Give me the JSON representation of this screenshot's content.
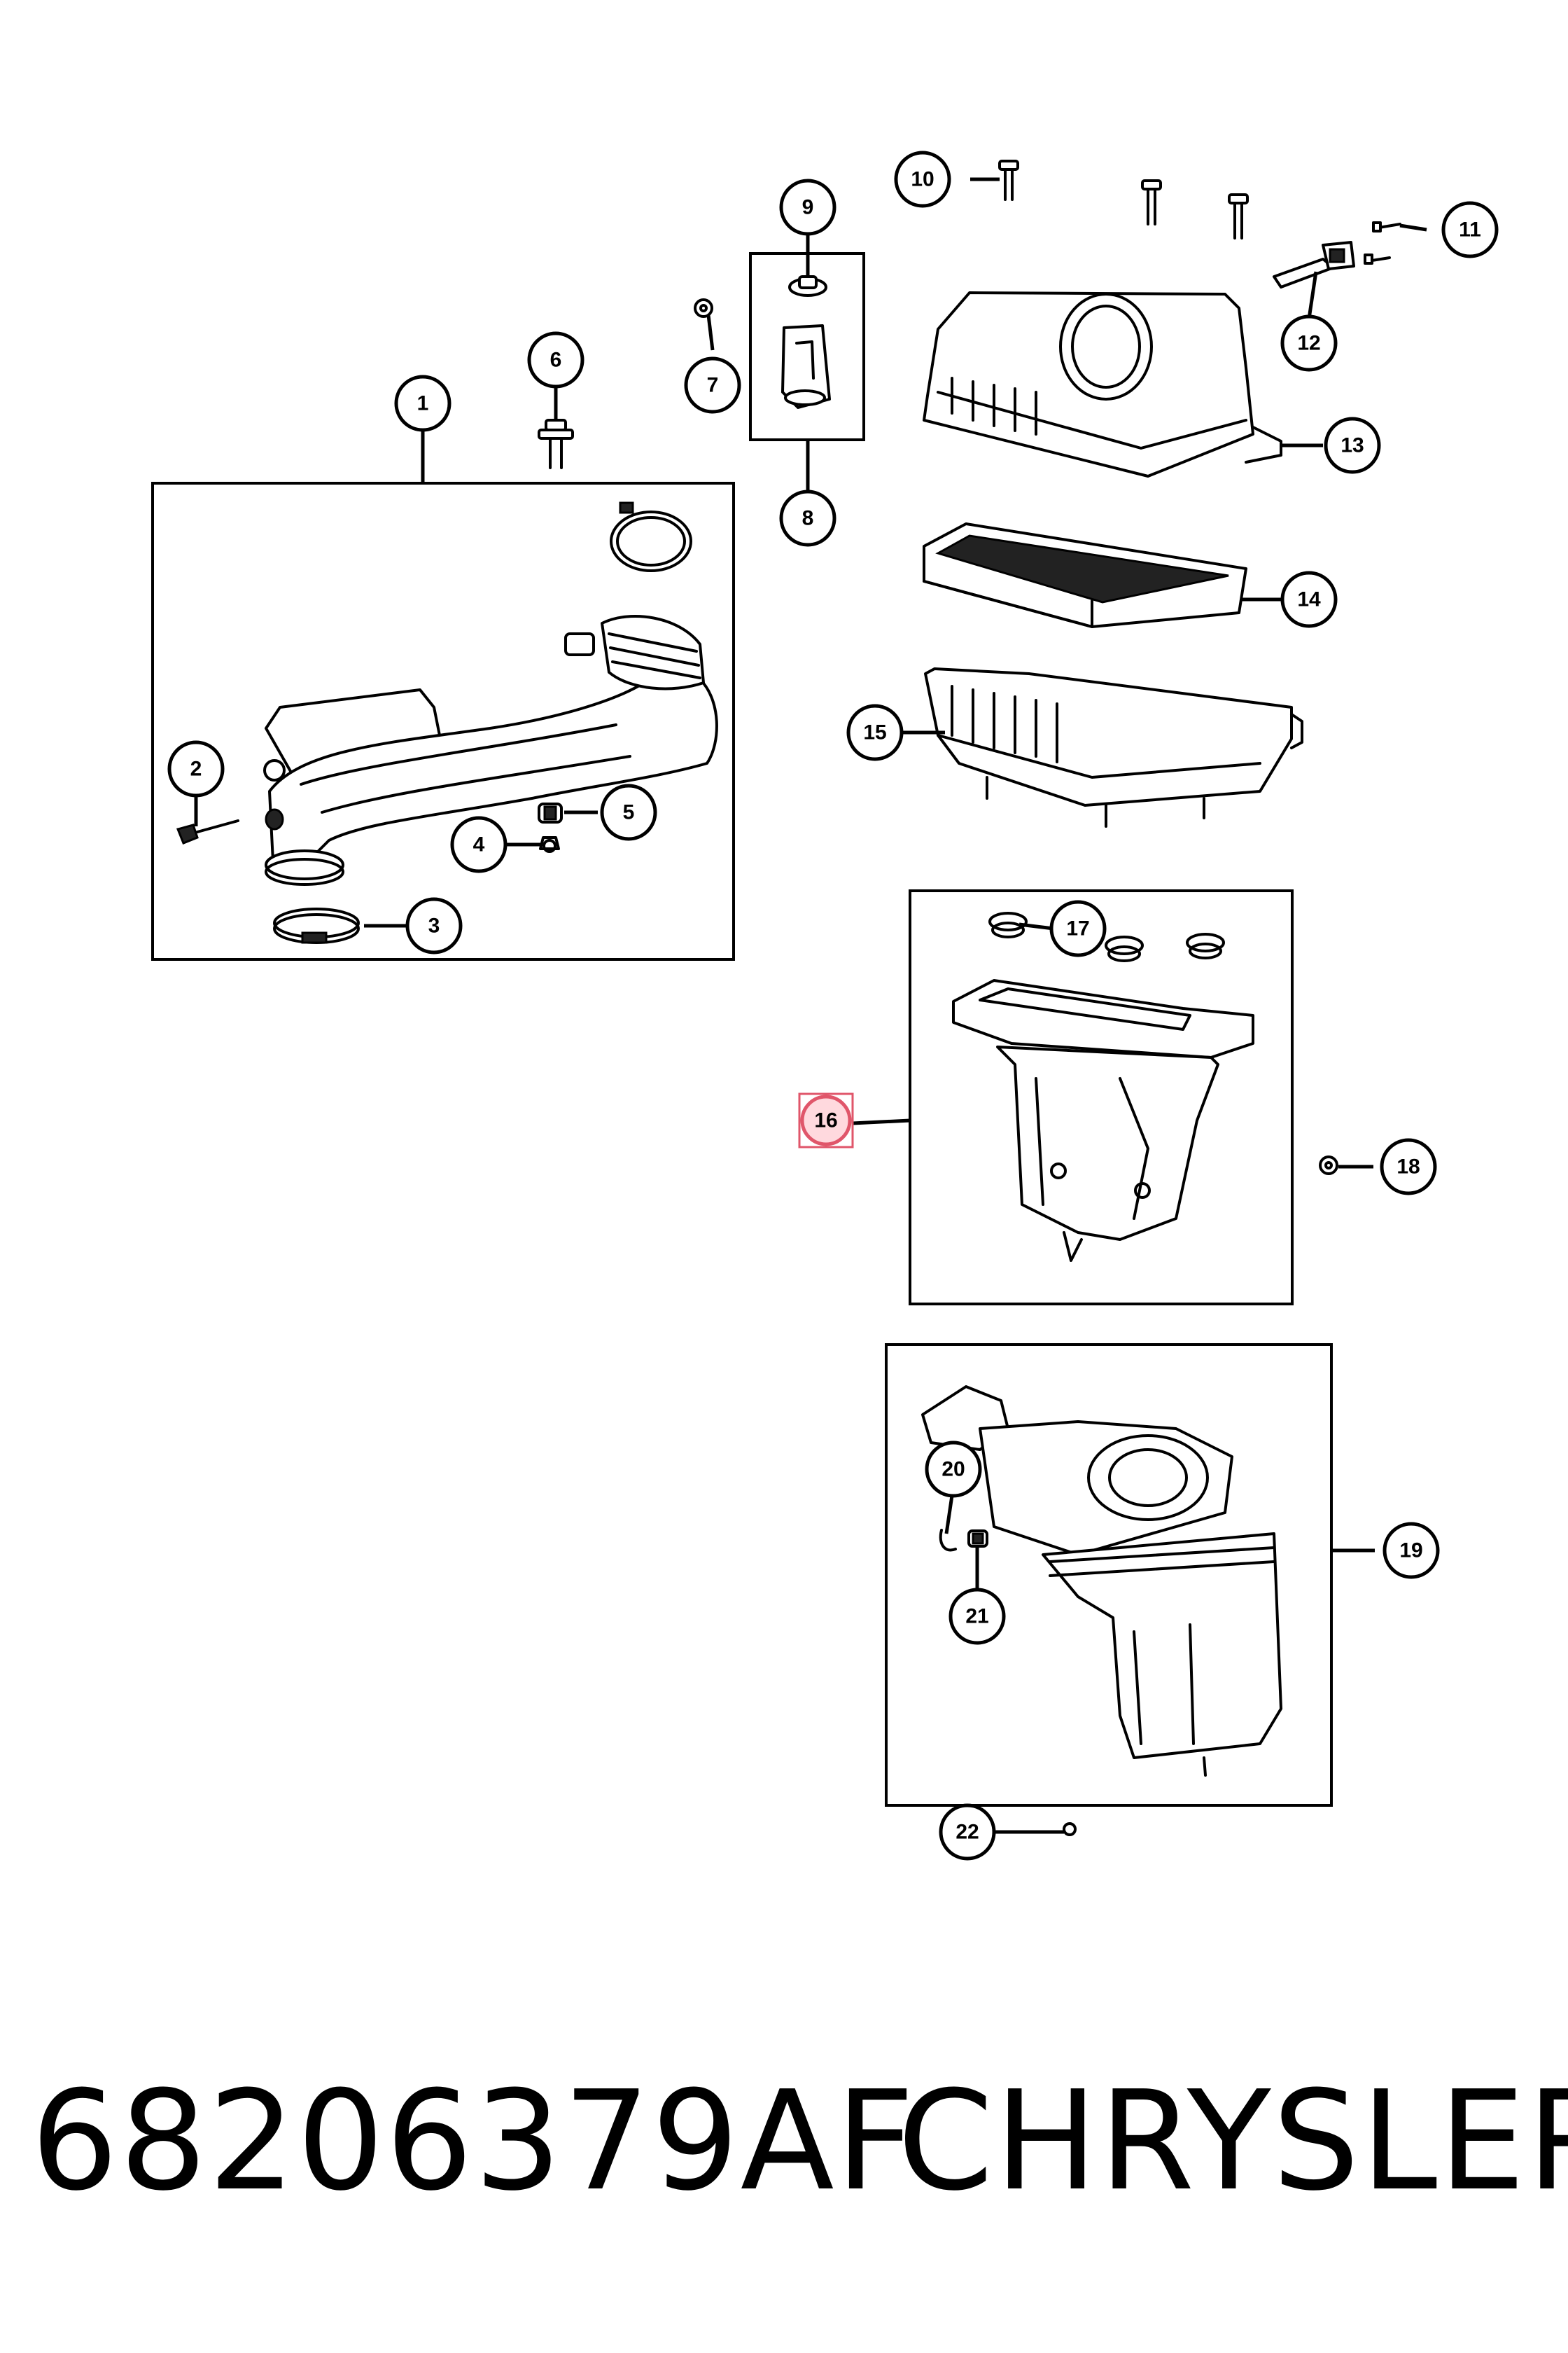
{
  "callouts": [
    {
      "id": "1"
    },
    {
      "id": "2"
    },
    {
      "id": "3"
    },
    {
      "id": "4"
    },
    {
      "id": "5"
    },
    {
      "id": "6"
    },
    {
      "id": "7"
    },
    {
      "id": "8"
    },
    {
      "id": "9"
    },
    {
      "id": "10"
    },
    {
      "id": "11"
    },
    {
      "id": "12"
    },
    {
      "id": "13"
    },
    {
      "id": "14"
    },
    {
      "id": "15"
    },
    {
      "id": "16",
      "highlighted": true
    },
    {
      "id": "17"
    },
    {
      "id": "18"
    },
    {
      "id": "19"
    },
    {
      "id": "20"
    },
    {
      "id": "21"
    },
    {
      "id": "22"
    }
  ],
  "footer": {
    "part_number": "68206379AF",
    "brand": "CHRYSLER"
  },
  "colors": {
    "highlight_fill": "#ffd9de",
    "highlight_stroke": "#e0566a",
    "line": "#000000"
  }
}
